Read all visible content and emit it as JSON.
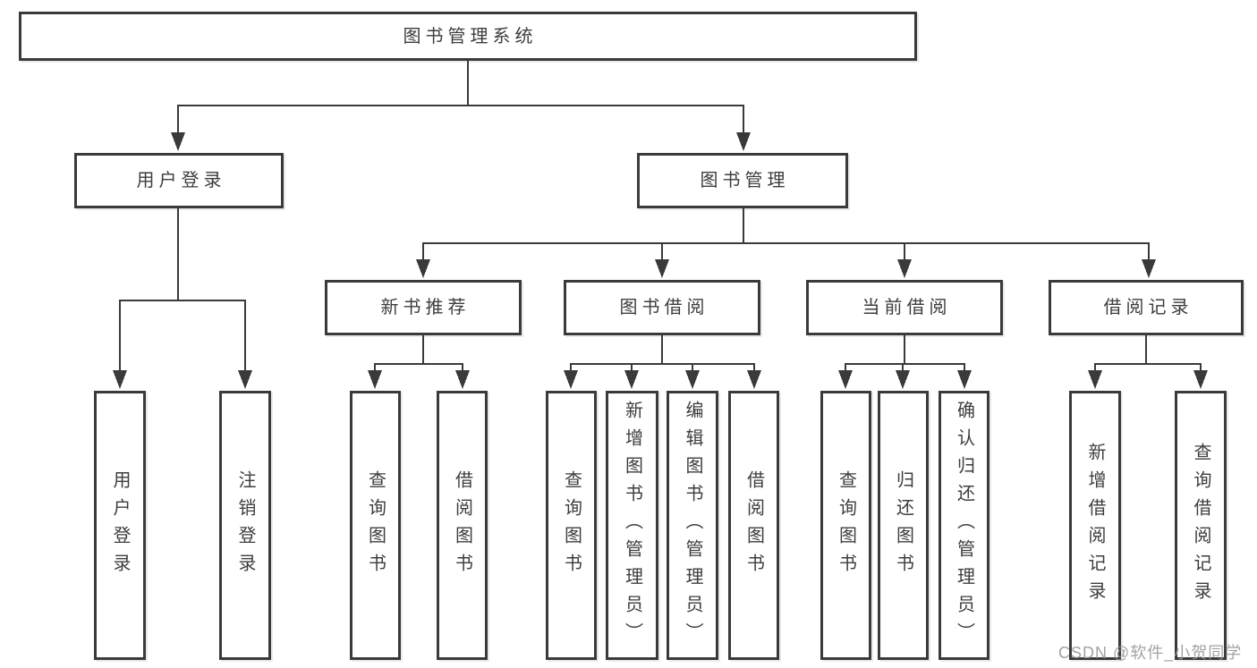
{
  "tree": {
    "root": {
      "label": "图书管理系统"
    },
    "branches": [
      {
        "label": "用户登录",
        "children": [
          {
            "label": "用户登录"
          },
          {
            "label": "注销登录"
          }
        ]
      },
      {
        "label": "图书管理",
        "sections": [
          {
            "label": "新书推荐",
            "children": [
              {
                "label": "查询图书"
              },
              {
                "label": "借阅图书"
              }
            ]
          },
          {
            "label": "图书借阅",
            "children": [
              {
                "label": "查询图书"
              },
              {
                "label": "新增图书（管理员）"
              },
              {
                "label": "编辑图书（管理员）"
              },
              {
                "label": "借阅图书"
              }
            ]
          },
          {
            "label": "当前借阅",
            "children": [
              {
                "label": "查询图书"
              },
              {
                "label": "归还图书"
              },
              {
                "label": "确认归还（管理员）"
              }
            ]
          },
          {
            "label": "借阅记录",
            "children": [
              {
                "label": "新增借阅记录"
              },
              {
                "label": "查询借阅记录"
              }
            ]
          }
        ]
      }
    ]
  },
  "watermark": {
    "text": "CSDN @软件_小贺同学"
  },
  "colors": {
    "line": "#3a3a3a",
    "text": "#3d3d3d",
    "background": "#ffffff",
    "watermark": "#969696"
  }
}
